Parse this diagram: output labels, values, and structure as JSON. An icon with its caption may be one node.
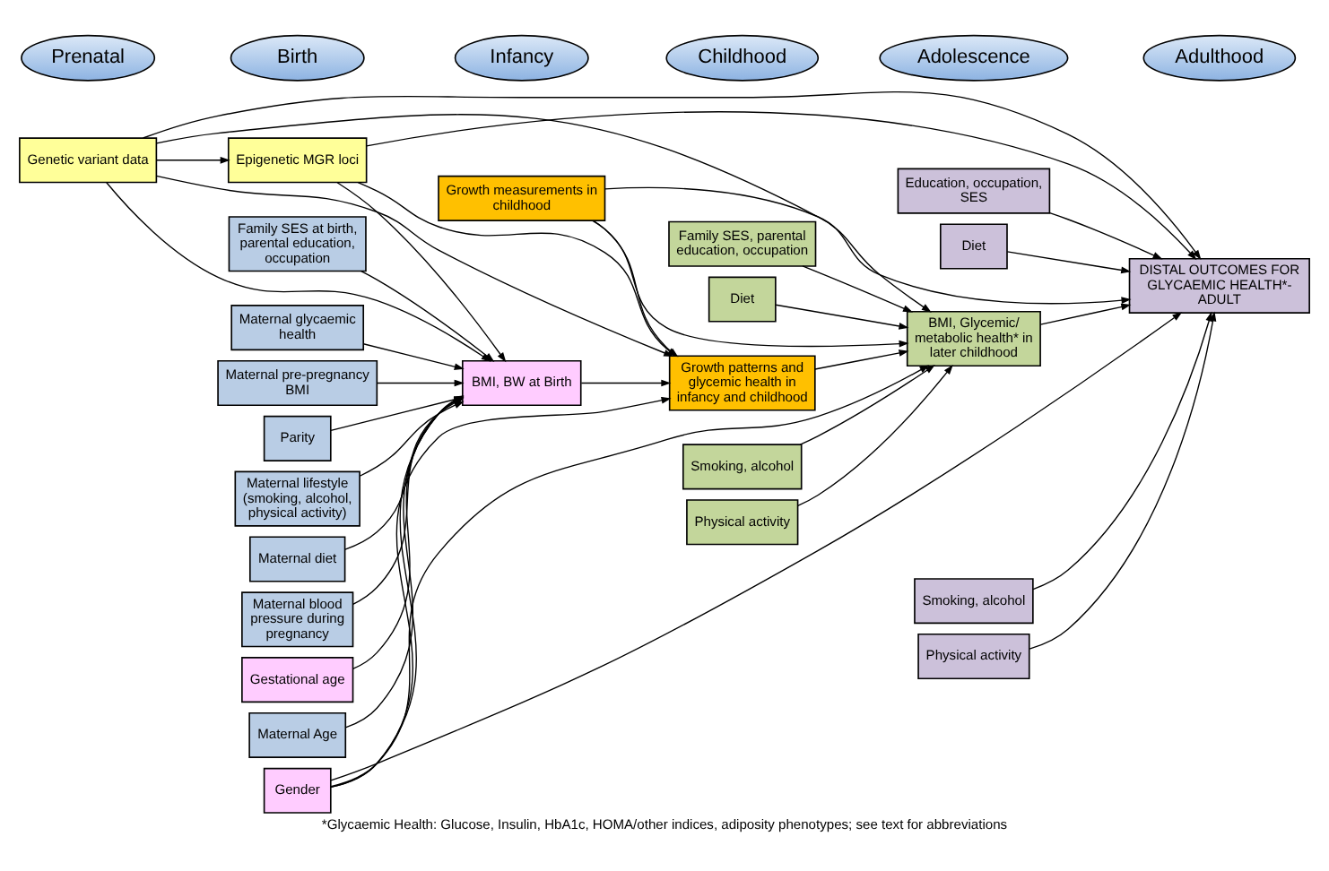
{
  "diagram": {
    "caption": "*Glycaemic Health: Glucose, Insulin, HbA1c, HOMA/other indices, adiposity phenotypes; see text for abbreviations",
    "nodes": [
      {
        "text": [
          "Maternal Age"
        ]
      },
      {
        "text": [
          "Family SES at birth, parental education, occupation"
        ]
      },
      {
        "text": [
          "Genetic variant data"
        ]
      },
      {
        "text": [
          "Maternal glycaemic health"
        ]
      },
      {
        "text": [
          "Epigenetic MGR loci"
        ]
      },
      {
        "text": [
          "Family SES, parental education, occupation"
        ]
      },
      {
        "text": [
          "Education, occupation, SES"
        ]
      },
      {
        "text": [
          "Diet"
        ]
      },
      {
        "text": [
          "Diet"
        ]
      },
      {
        "text": [
          "Growth measurements in childhood"
        ]
      },
      {
        "text": [
          "Maternal pre-pregnancy BMI"
        ]
      },
      {
        "text": [
          "Parity"
        ]
      },
      {
        "text": [
          "BMI, BW at Birth"
        ]
      },
      {
        "text": [
          "Growth patterns and glycemic health in infancy and childhood"
        ]
      },
      {
        "text": [
          "BMI, Glycemic/ metabolic health* in later childhood"
        ]
      },
      {
        "text": [
          "DISTAL OUTCOMES FOR GLYCAEMIC HEALTH*- ADULT"
        ]
      },
      {
        "text": [
          "Maternal lifestyle (smoking, alcohol, physical activity)"
        ]
      },
      {
        "text": [
          "Maternal diet"
        ]
      },
      {
        "text": [
          "Maternal blood pressure during pregnancy"
        ]
      },
      {
        "text": [
          "Gender"
        ]
      },
      {
        "text": [
          "Smoking, alcohol"
        ]
      },
      {
        "text": [
          "Smoking, alcohol"
        ]
      },
      {
        "text": [
          "Physical activity"
        ]
      },
      {
        "text": [
          "Gestational age"
        ]
      },
      {
        "text": [
          "Physical activity"
        ]
      },
      {
        "text": [
          "Prenatal"
        ]
      },
      {
        "text": [
          "Birth"
        ]
      },
      {
        "text": [
          "Infancy"
        ]
      },
      {
        "text": [
          "Childhood"
        ]
      },
      {
        "text": [
          "Adolescence"
        ]
      },
      {
        "text": [
          "Adulthood"
        ]
      }
    ],
    "edges": [
      {
        "from": 0,
        "to": 12,
        "arrow": "to"
      },
      {
        "from": 1,
        "to": 12,
        "arrow": "to"
      },
      {
        "from": 3,
        "to": 12,
        "arrow": "to"
      },
      {
        "from": 10,
        "to": 12,
        "arrow": "to"
      },
      {
        "from": 11,
        "to": 12,
        "arrow": "to"
      },
      {
        "from": 16,
        "to": 12,
        "arrow": "to"
      },
      {
        "from": 17,
        "to": 12,
        "arrow": "to"
      },
      {
        "from": 18,
        "to": 12,
        "arrow": "to"
      },
      {
        "from": 23,
        "to": 12,
        "arrow": "to"
      },
      {
        "from": 19,
        "to": 12,
        "arrow": "to"
      },
      {
        "from": 2,
        "to": 4,
        "arrow": "to"
      },
      {
        "from": 2,
        "to": 12,
        "arrow": "to"
      },
      {
        "from": 2,
        "to": 13,
        "arrow": "to"
      },
      {
        "from": 2,
        "to": 14,
        "arrow": "to"
      },
      {
        "from": 2,
        "to": 15,
        "arrow": "to"
      },
      {
        "from": 4,
        "to": 12,
        "arrow": "to"
      },
      {
        "from": 4,
        "to": 13,
        "arrow": "to"
      },
      {
        "from": 4,
        "to": 15,
        "arrow": "to"
      },
      {
        "from": 9,
        "to": 13,
        "arrow": "to"
      },
      {
        "from": 9,
        "to": 14,
        "arrow": "to"
      },
      {
        "from": 9,
        "to": 15,
        "arrow": "to"
      },
      {
        "from": 12,
        "to": 13,
        "arrow": "to"
      },
      {
        "from": 19,
        "to": 13,
        "arrow": "to"
      },
      {
        "from": 19,
        "to": 14,
        "arrow": "to"
      },
      {
        "from": 19,
        "to": 15,
        "arrow": "to"
      },
      {
        "from": 13,
        "to": 14,
        "arrow": "to"
      },
      {
        "from": 5,
        "to": 14,
        "arrow": "to"
      },
      {
        "from": 8,
        "to": 14,
        "arrow": "to"
      },
      {
        "from": 20,
        "to": 14,
        "arrow": "to"
      },
      {
        "from": 24,
        "to": 14,
        "arrow": "to"
      },
      {
        "from": 14,
        "to": 15,
        "arrow": "to"
      },
      {
        "from": 6,
        "to": 15,
        "arrow": "to"
      },
      {
        "from": 7,
        "to": 15,
        "arrow": "to"
      },
      {
        "from": 21,
        "to": 15,
        "arrow": "to"
      },
      {
        "from": 22,
        "to": 15,
        "arrow": "to"
      }
    ]
  }
}
